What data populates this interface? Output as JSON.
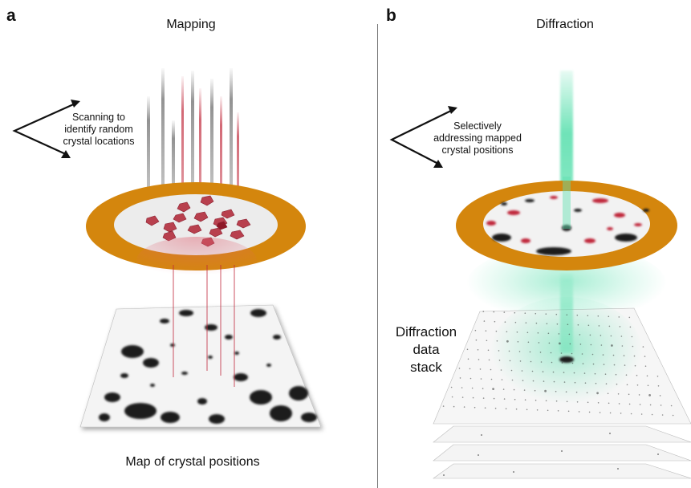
{
  "panel_a": {
    "letter": "a",
    "title": "Mapping",
    "note_lines": [
      "Scanning to",
      "identify random",
      "crystal locations"
    ],
    "caption": "Map of crystal positions"
  },
  "panel_b": {
    "letter": "b",
    "title": "Diffraction",
    "note_lines": [
      "Selectively",
      "addressing mapped",
      "crystal positions"
    ],
    "stack_label_lines": [
      "Diffraction",
      "data",
      "stack"
    ]
  },
  "colors": {
    "holder_ring": "#d4860d",
    "crystal": "#b8404e",
    "xray_beam": "#5fe0b0",
    "scan_beam_red": "#c0283a",
    "scan_beam_grey": "#888888"
  }
}
